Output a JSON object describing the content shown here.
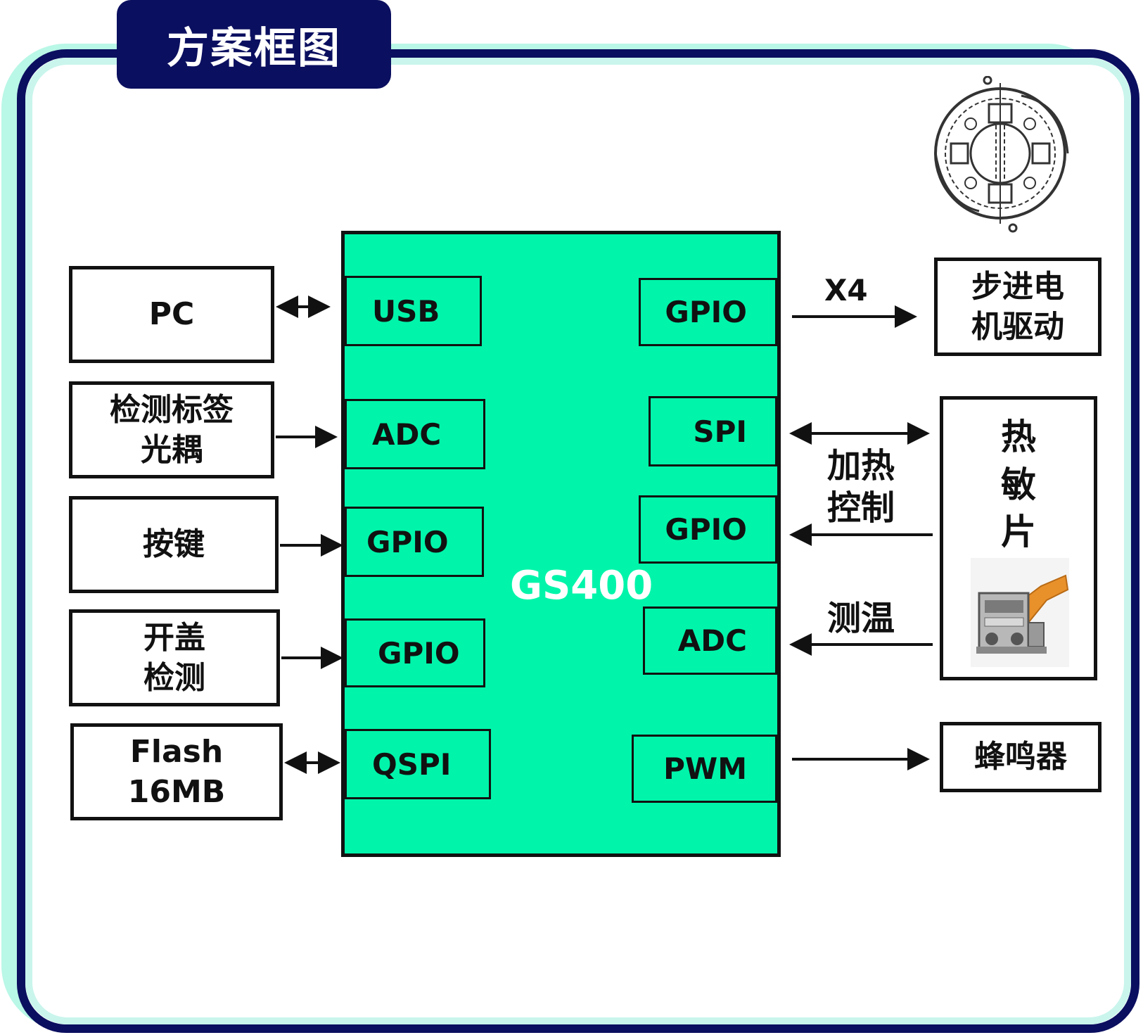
{
  "title": "方案框图",
  "chip": {
    "label": "GS400"
  },
  "left_blocks": {
    "pc": "PC",
    "label_sensor": [
      "检测标签",
      "光耦"
    ],
    "keys": "按键",
    "cover_detect": [
      "开盖",
      "检测"
    ],
    "flash": [
      "Flash",
      "16MB"
    ]
  },
  "left_ports": {
    "usb": "USB",
    "adc": "ADC",
    "gpio_key": "GPIO",
    "gpio_cover": "GPIO",
    "qspi": "QSPI"
  },
  "right_ports": {
    "gpio_motor": "GPIO",
    "spi": "SPI",
    "gpio_heat": "GPIO",
    "adc_temp": "ADC",
    "pwm": "PWM"
  },
  "right_blocks": {
    "stepper_driver": [
      "步进电",
      "机驱动"
    ],
    "thermal_head": [
      "热",
      "敏",
      "片"
    ],
    "buzzer": "蜂鸣器"
  },
  "connection_labels": {
    "motor_count": "X4",
    "heat_control": [
      "加热",
      "控制"
    ],
    "temp_measure": "测温"
  },
  "colors": {
    "frame": "#0b0f5f",
    "chip_fill": "#00f5aa",
    "glow": "#b9f7e6"
  }
}
